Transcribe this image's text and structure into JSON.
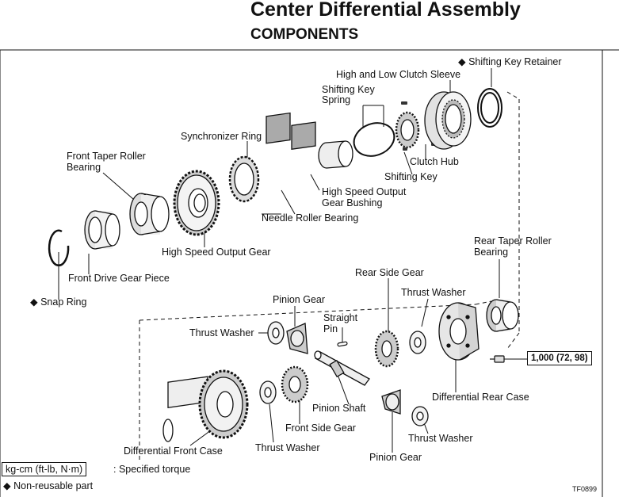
{
  "header": {
    "title": "Center Differential Assembly",
    "subtitle": "COMPONENTS"
  },
  "labels": {
    "shifting_key_retainer": "◆ Shifting Key Retainer",
    "high_low_clutch_sleeve": "High and Low Clutch Sleeve",
    "shifting_key_spring_1": "Shifting Key",
    "shifting_key_spring_2": "Spring",
    "synchronizer_ring": "Synchronizer Ring",
    "front_taper_roller_bearing_1": "Front Taper Roller",
    "front_taper_roller_bearing_2": "Bearing",
    "clutch_hub": "Clutch Hub",
    "shifting_key": "Shifting Key",
    "high_speed_output_gear_bushing_1": "High Speed Output",
    "high_speed_output_gear_bushing_2": "Gear Bushing",
    "needle_roller_bearing": "Needle Roller Bearing",
    "high_speed_output_gear": "High Speed Output Gear",
    "front_drive_gear_piece": "Front Drive Gear Piece",
    "snap_ring": "◆ Snap Ring",
    "rear_taper_roller_bearing_1": "Rear Taper Roller",
    "rear_taper_roller_bearing_2": "Bearing",
    "rear_side_gear": "Rear Side Gear",
    "pinion_gear_top": "Pinion Gear",
    "thrust_washer_right": "Thrust Washer",
    "straight_pin_1": "Straight",
    "straight_pin_2": "Pin",
    "thrust_washer_left": "Thrust Washer",
    "differential_rear_case": "Differential Rear Case",
    "pinion_shaft": "Pinion Shaft",
    "front_side_gear": "Front Side Gear",
    "thrust_washer_bottom_right": "Thrust Washer",
    "differential_front_case": "Differential Front Case",
    "thrust_washer_bottom": "Thrust Washer",
    "pinion_gear_bottom": "Pinion Gear"
  },
  "torque": {
    "value": "1,000 (72, 98)"
  },
  "legend": {
    "torque_unit": "kg-cm (ft-lb, N·m)",
    "torque_text": ":  Specified torque",
    "non_reusable": "◆  Non-reusable part"
  },
  "figure_code": "TF0899"
}
